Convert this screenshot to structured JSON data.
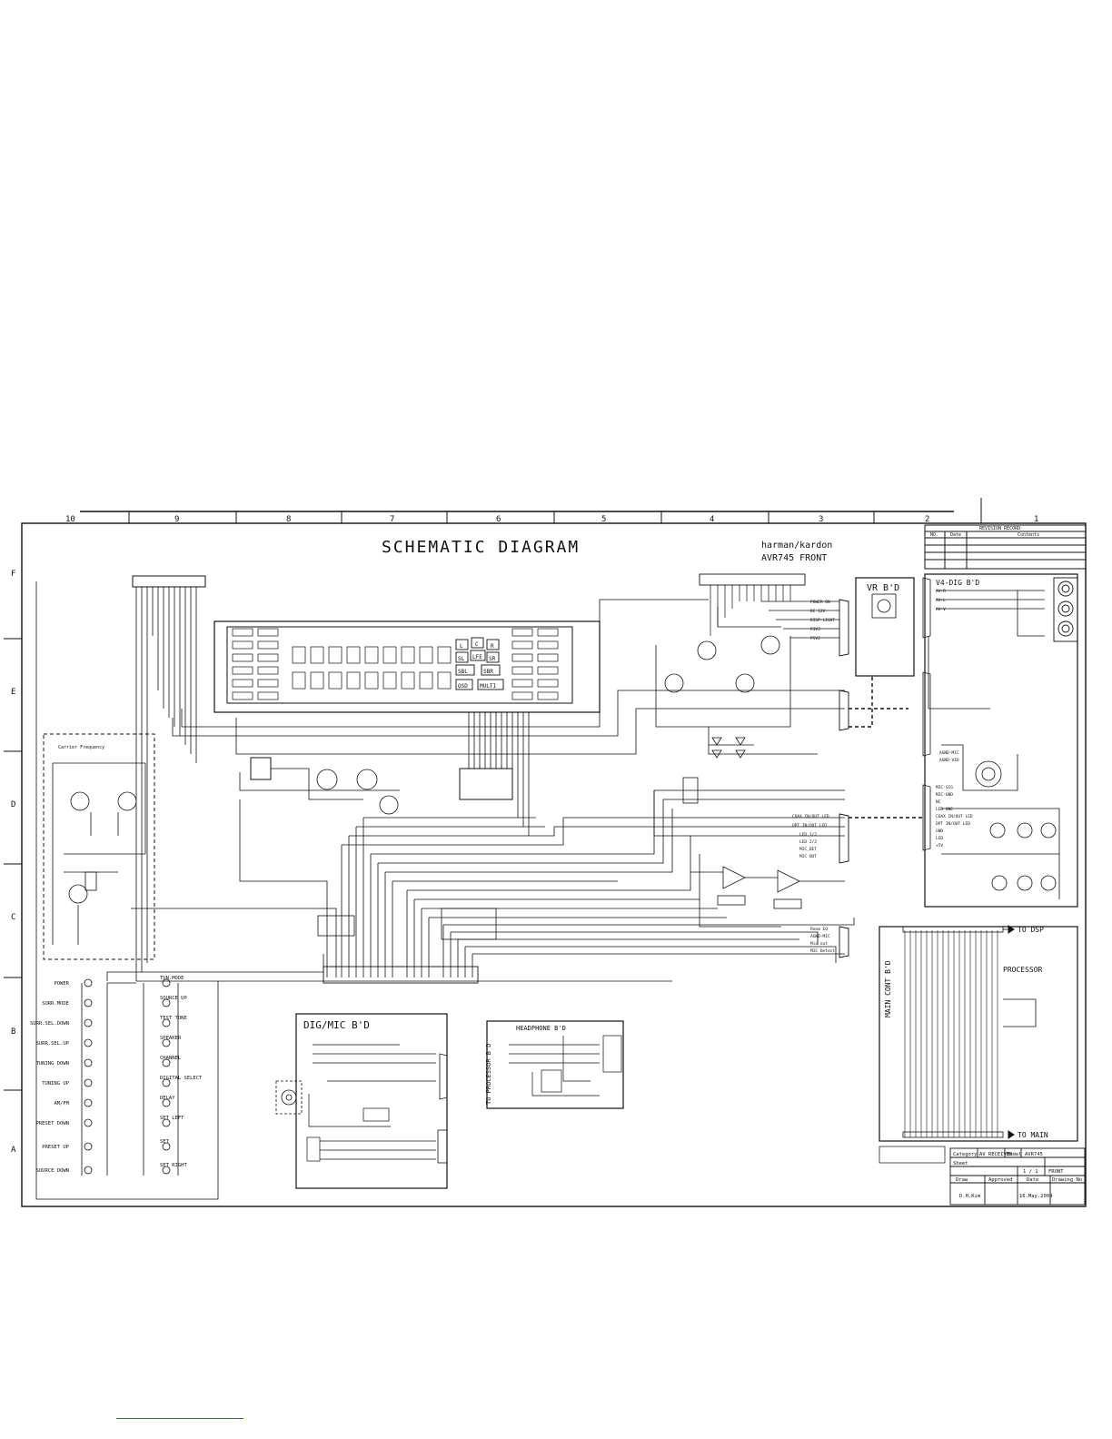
{
  "sheet": {
    "title": "SCHEMATIC DIAGRAM",
    "brand": "harman/kardon",
    "model_label": "AVR745 FRONT",
    "columns": [
      "10",
      "9",
      "8",
      "7",
      "6",
      "5",
      "4",
      "3",
      "2",
      "1"
    ],
    "rows": [
      "F",
      "E",
      "D",
      "C",
      "B",
      "A"
    ]
  },
  "boards": {
    "vr": "VR B'D",
    "v4dig": "V4-DIG B'D",
    "digmic": "DIG/MIC B'D",
    "headphone": "HEADPHONE B'D",
    "to_processor": "TO PROCESSOR B'D",
    "main_cont": "MAIN CONT B'D",
    "to_dsp": "TO DSP",
    "to_main": "TO MAIN",
    "processor": "PROCESSOR"
  },
  "display_labels": [
    "L",
    "C",
    "R",
    "SL",
    "LFE",
    "SR",
    "SBL",
    "SBR",
    "OSD",
    "MULTI"
  ],
  "carrier_label": "Carrier Frequency",
  "left_keys": [
    "POWER",
    "SURR.MODE",
    "SURR.SEL.DOWN",
    "SURR.SEL.UP",
    "TUNING DOWN",
    "TUNING UP",
    "AM/FM",
    "PRESET DOWN",
    "PRESET UP",
    "SOURCE DOWN"
  ],
  "right_keys": [
    "TUN.MODE",
    "SOURCE UP",
    "TEST TONE",
    "SPEAKER",
    "CHANNEL",
    "DIGITAL SELECT",
    "DELAY",
    "SET LEFT",
    "SET",
    "SET RIGHT"
  ],
  "connector_labels": {
    "vr_signals": [
      "POWER ON",
      "DC 12V",
      "DISP LIGHT",
      "P3V3",
      "P5V2"
    ],
    "dig_signals": [
      "COAX IN/OUT LED",
      "OPT IN/OUT LED",
      "LED 1/2",
      "LED 2/2",
      "MIC_DET",
      "MIC OUT"
    ],
    "mic_signals": [
      "Room EQ",
      "AGND-MIC",
      "Mic out",
      "MIC Detect"
    ],
    "v4_signals": [
      "AV-R",
      "AV-L",
      "AV-V",
      "AGND-MIC",
      "AGND-VID"
    ],
    "dig_board_signals": [
      "MIC-SIG",
      "MIC-GND",
      "NC",
      "LED ONE",
      "COAX IN/OUT LED",
      "OPT IN/OUT LED",
      "GND",
      "LED",
      "+5V"
    ]
  },
  "revision": {
    "heading": "REVISION RECORD",
    "cols": [
      "NO.",
      "Date",
      "Contents"
    ]
  },
  "title_block": {
    "category_label": "Category",
    "category": "AV RECEIVER",
    "model_label": "Model",
    "model": "AVR745",
    "sheet_label": "Sheet",
    "sheet": "1 / 1",
    "part": "FRONT",
    "draw_label": "Draw",
    "approved_label": "Approved",
    "date_label": "Date",
    "drawing_no_label": "Drawing No",
    "drawer": "D.H.Kim",
    "date": "16.May.2004"
  }
}
